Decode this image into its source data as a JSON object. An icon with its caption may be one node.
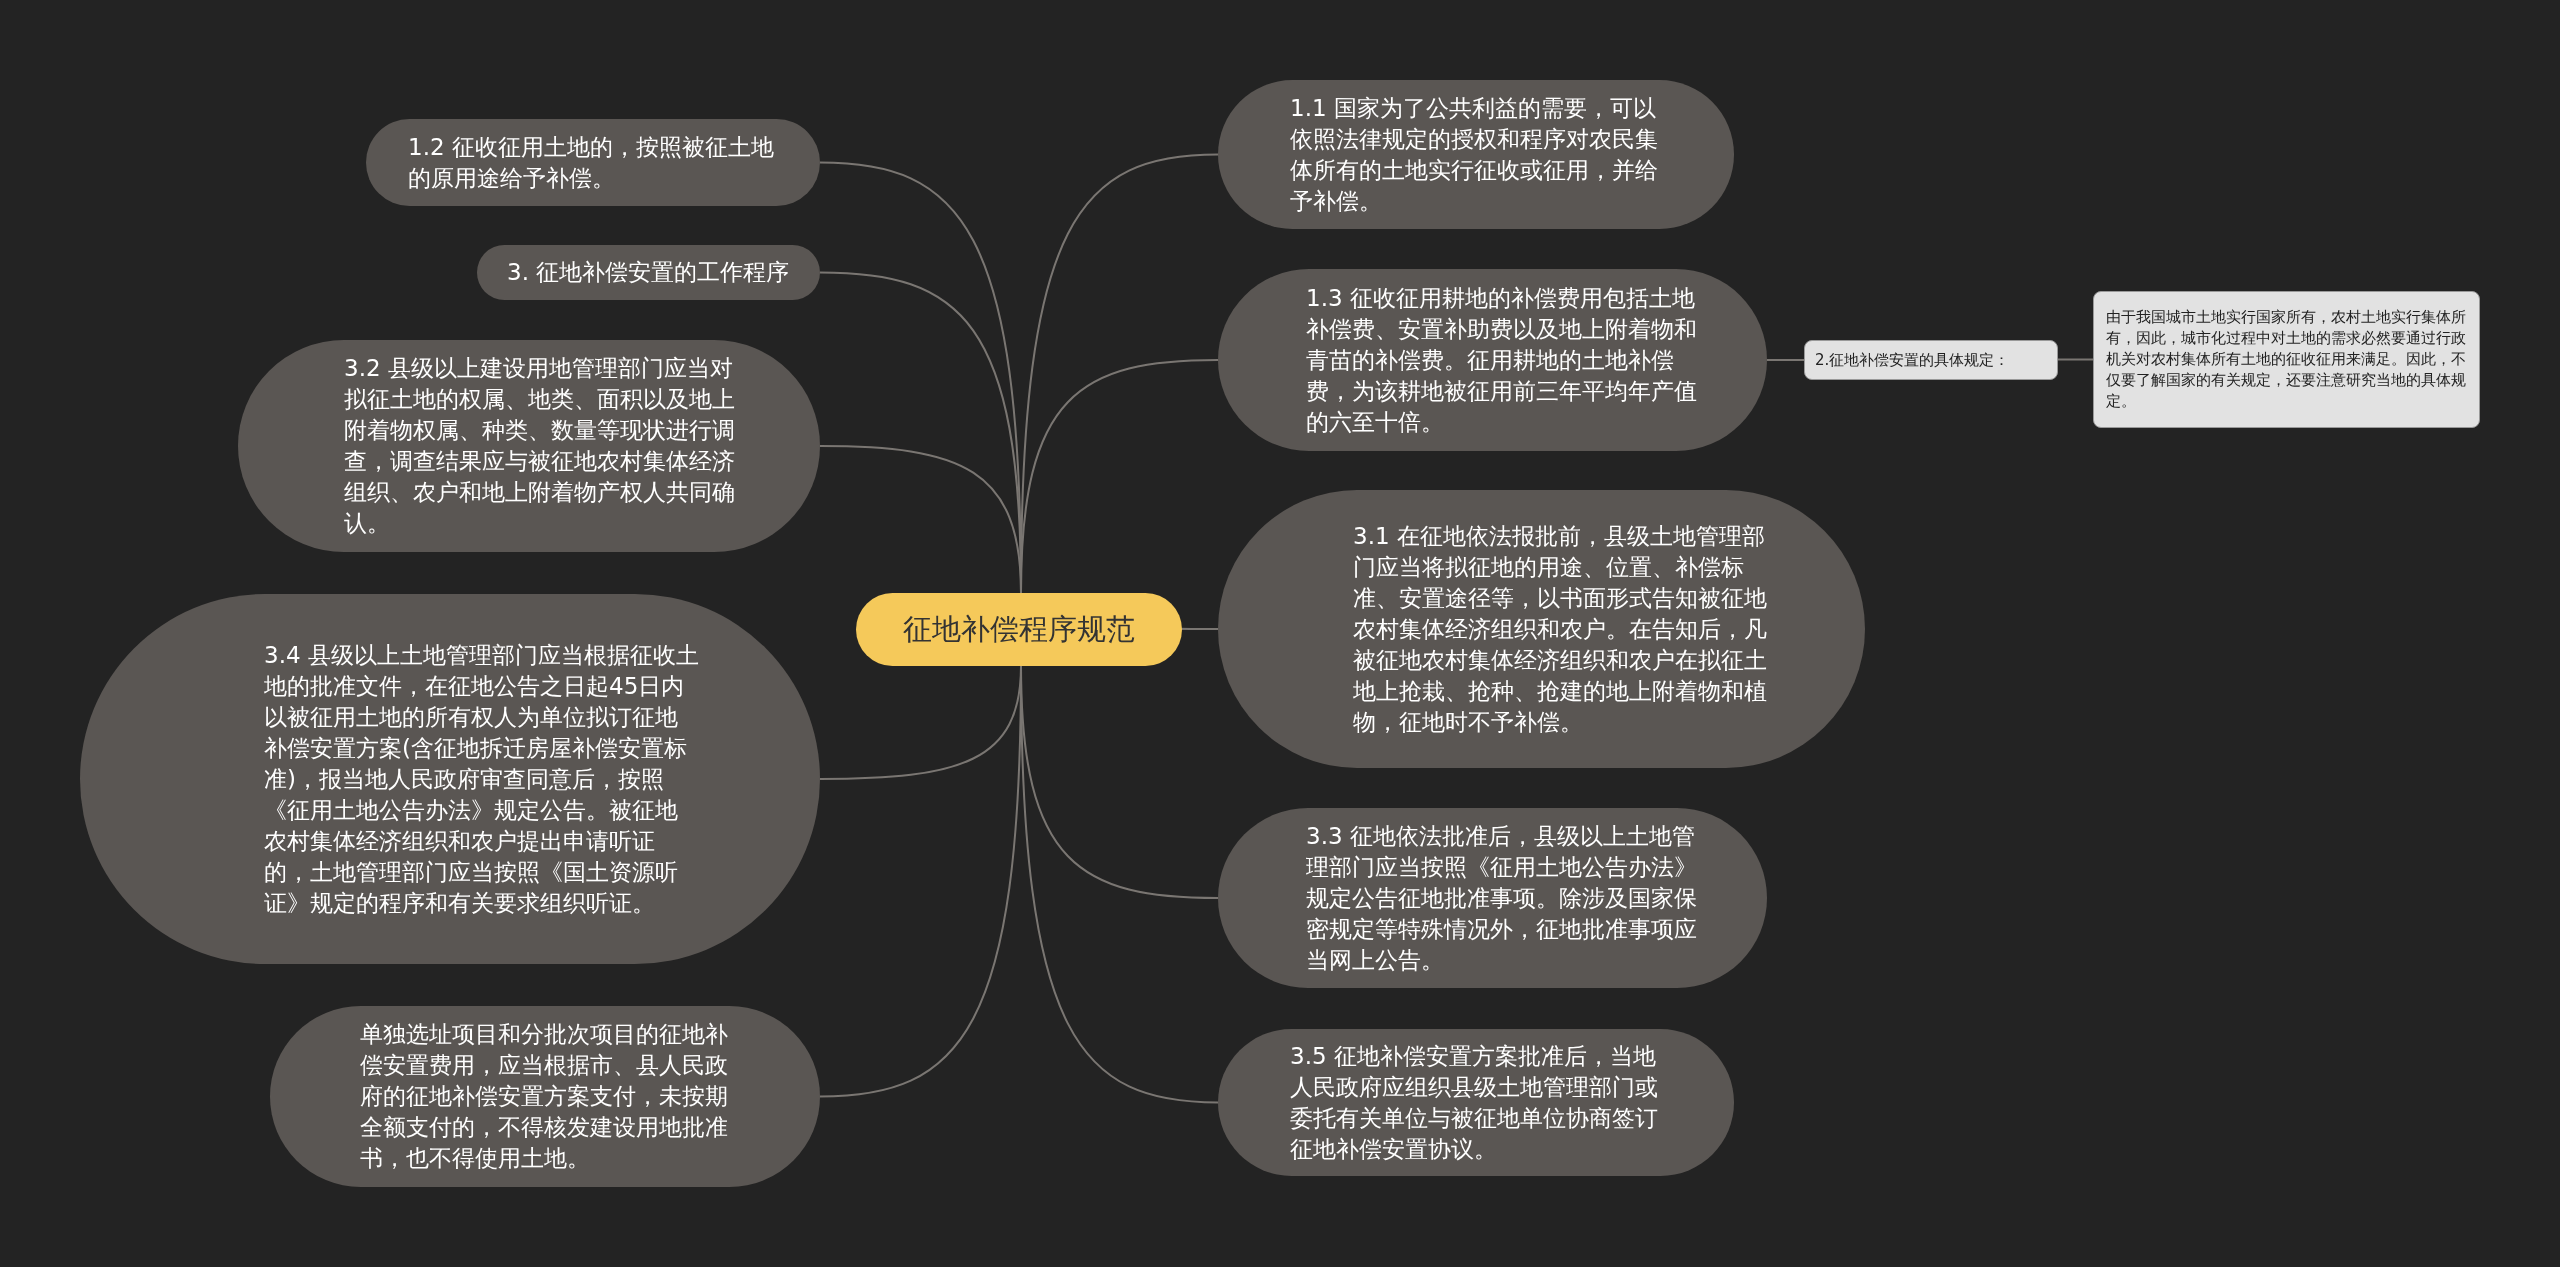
{
  "diagram": {
    "nodes": [
      {
        "text": [
          "征地补偿程序规范"
        ]
      },
      {
        "text": [
          "1.2 征收征用土地的，按照被征土地的原用途给予补偿。"
        ]
      },
      {
        "text": [
          "3. 征地补偿安置的工作程序"
        ]
      },
      {
        "text": [
          "3.2 县级以上建设用地管理部门应当对拟征土地的权属、地类、面积以及地上附着物权属、种类、数量等现状进行调查，调查结果应与被征地农村集体经济组织、农户和地上附着物产权人共同确认。"
        ]
      },
      {
        "text": [
          "3.4 县级以上土地管理部门应当根据征收土地的批准文件，在征地公告之日起45日内以被征用土地的所有权人为单位拟订征地补偿安置方案(含征地拆迁房屋补偿安置标准)，报当地人民政府审查同意后，按照《征用土地公告办法》规定公告。被征地农村集体经济组织和农户提出申请听证的，土地管理部门应当按照《国土资源听证》规定的程序和有关要求组织听证。"
        ]
      },
      {
        "text": [
          "单独选址项目和分批次项目的征地补偿安置费用，应当根据市、县人民政府的征地补偿安置方案支付，未按期全额支付的，不得核发建设用地批准书，也不得使用土地。"
        ]
      },
      {
        "text": [
          "1.1 国家为了公共利益的需要，可以依照法律规定的授权和程序对农民集体所有的土地实行征收或征用，并给予补偿。"
        ]
      },
      {
        "text": [
          "1.3 征收征用耕地的补偿费用包括土地补偿费、安置补助费以及地上附着物和青苗的补偿费。征用耕地的土地补偿费，为该耕地被征用前三年平均年产值的六至十倍。"
        ]
      },
      {
        "text": [
          "2.征地补偿安置的具体规定："
        ]
      },
      {
        "text": [
          "由于我国城市土地实行国家所有，农村土地实行集体所有，因此，城市化过程中对土地的需求必然要通过行政机关对农村集体所有土地的征收征用来满足。因此，不仅要了解国家的有关规定，还要注意研究当地的具体规定。"
        ]
      },
      {
        "text": [
          "3.1 在征地依法报批前，县级土地管理部门应当将拟征地的用途、位置、补偿标准、安置途径等，以书面形式告知被征地农村集体经济组织和农户。在告知后，凡被征地农村集体经济组织和农户在拟征土地上抢栽、抢种、抢建的地上附着物和植物，征地时不予补偿。"
        ]
      },
      {
        "text": [
          "3.3 征地依法批准后，县级以上土地管理部门应当按照《征用土地公告办法》规定公告征地批准事项。除涉及国家保密规定等特殊情况外，征地批准事项应当网上公告。"
        ]
      },
      {
        "text": [
          "3.5 征地补偿安置方案批准后，当地人民政府应组织县级土地管理部门或委托有关单位与被征地单位协商签订征地补偿安置协议。"
        ]
      }
    ],
    "edges": [
      {
        "from": 0,
        "to": 1,
        "arrow": "none"
      },
      {
        "from": 0,
        "to": 2,
        "arrow": "none"
      },
      {
        "from": 0,
        "to": 3,
        "arrow": "none"
      },
      {
        "from": 0,
        "to": 4,
        "arrow": "none"
      },
      {
        "from": 0,
        "to": 5,
        "arrow": "none"
      },
      {
        "from": 0,
        "to": 6,
        "arrow": "none"
      },
      {
        "from": 0,
        "to": 7,
        "arrow": "none"
      },
      {
        "from": 7,
        "to": 8,
        "arrow": "none"
      },
      {
        "from": 8,
        "to": 9,
        "arrow": "none"
      },
      {
        "from": 0,
        "to": 10,
        "arrow": "none"
      },
      {
        "from": 0,
        "to": 11,
        "arrow": "none"
      },
      {
        "from": 0,
        "to": 12,
        "arrow": "none"
      }
    ]
  }
}
